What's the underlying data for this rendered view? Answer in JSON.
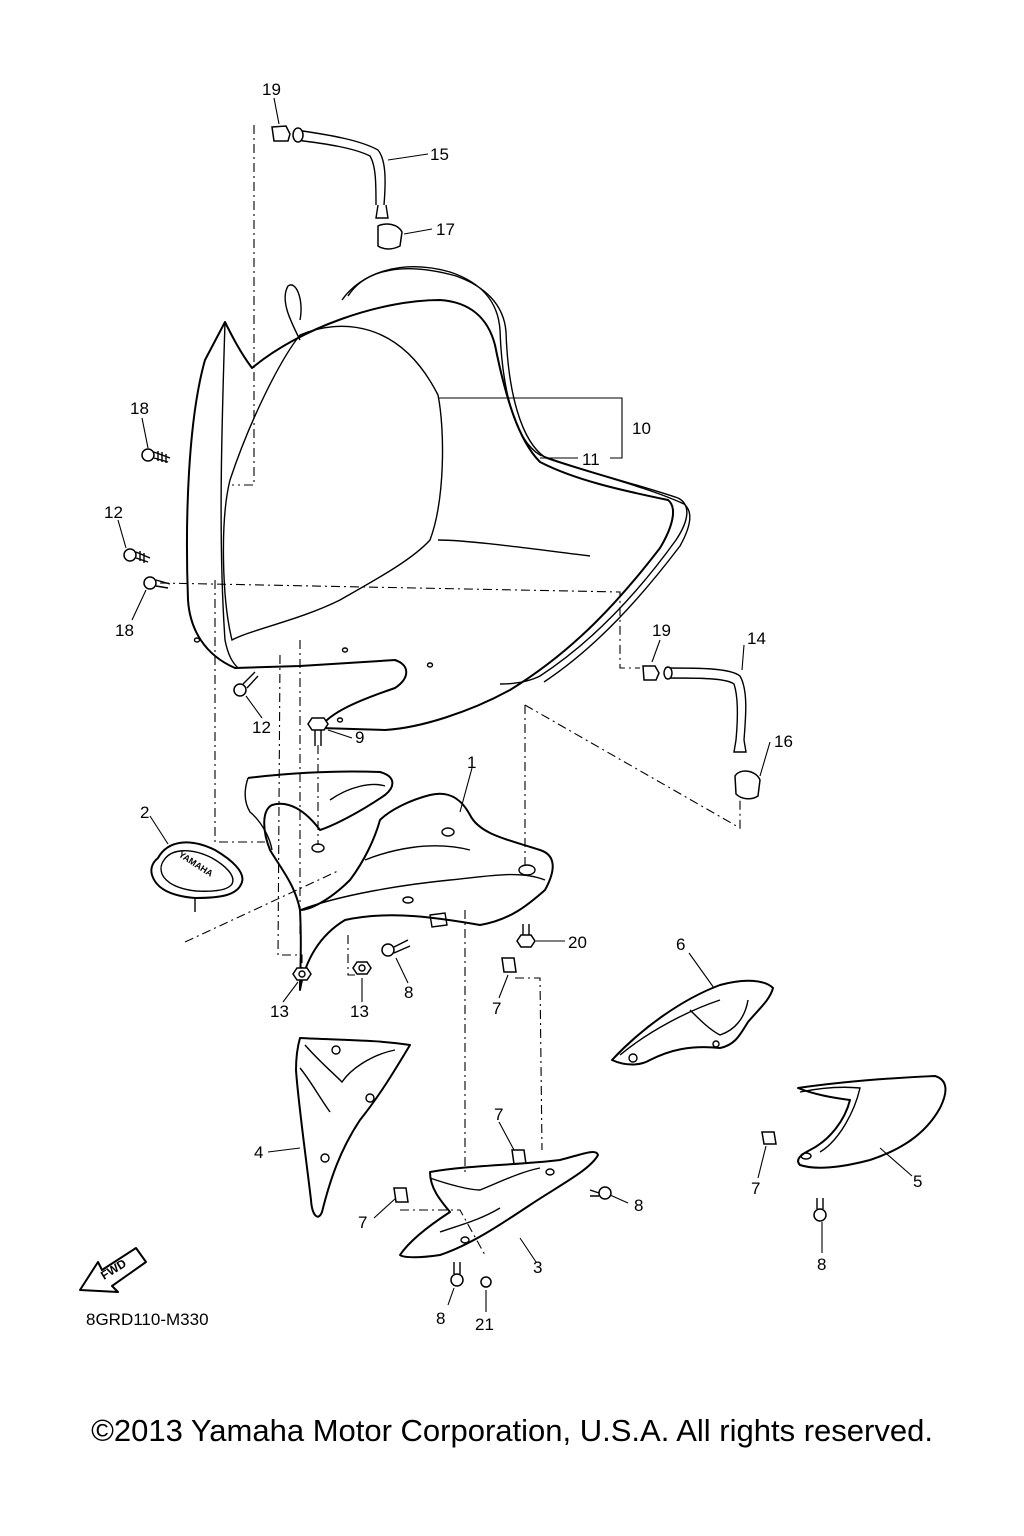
{
  "diagram_code": "8GRD110-M330",
  "fwd_label": "FWD",
  "brand_mark": "YAMAHA",
  "copyright": "©2013 Yamaha Motor Corporation, U.S.A. All rights reserved.",
  "callouts": {
    "c1": "1",
    "c2": "2",
    "c3": "3",
    "c4": "4",
    "c5": "5",
    "c6": "6",
    "c7a": "7",
    "c7b": "7",
    "c7c": "7",
    "c7d": "7",
    "c8a": "8",
    "c8b": "8",
    "c8c": "8",
    "c8d": "8",
    "c9": "9",
    "c10": "10",
    "c11": "11",
    "c12a": "12",
    "c12b": "12",
    "c13a": "13",
    "c13b": "13",
    "c14": "14",
    "c15": "15",
    "c16": "16",
    "c17": "17",
    "c18a": "18",
    "c18b": "18",
    "c19a": "19",
    "c19b": "19",
    "c20": "20",
    "c21": "21"
  }
}
